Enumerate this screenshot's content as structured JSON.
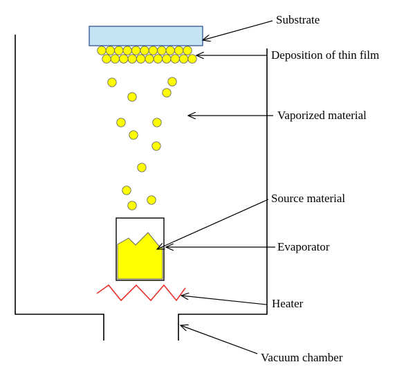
{
  "labels": {
    "substrate": "Substrate",
    "deposition": "Deposition of thin film",
    "vaporized": "Vaporized material",
    "source": "Source material",
    "evaporator": "Evaporator",
    "heater": "Heater",
    "vacuum": "Vacuum chamber"
  },
  "colors": {
    "substrate_fill": "#c5e3f3",
    "substrate_stroke": "#2f5597",
    "particle": "#ffff00",
    "particle_stroke": "#666666",
    "material": "#ffff00",
    "heater": "#e8312a",
    "line": "#000000"
  }
}
